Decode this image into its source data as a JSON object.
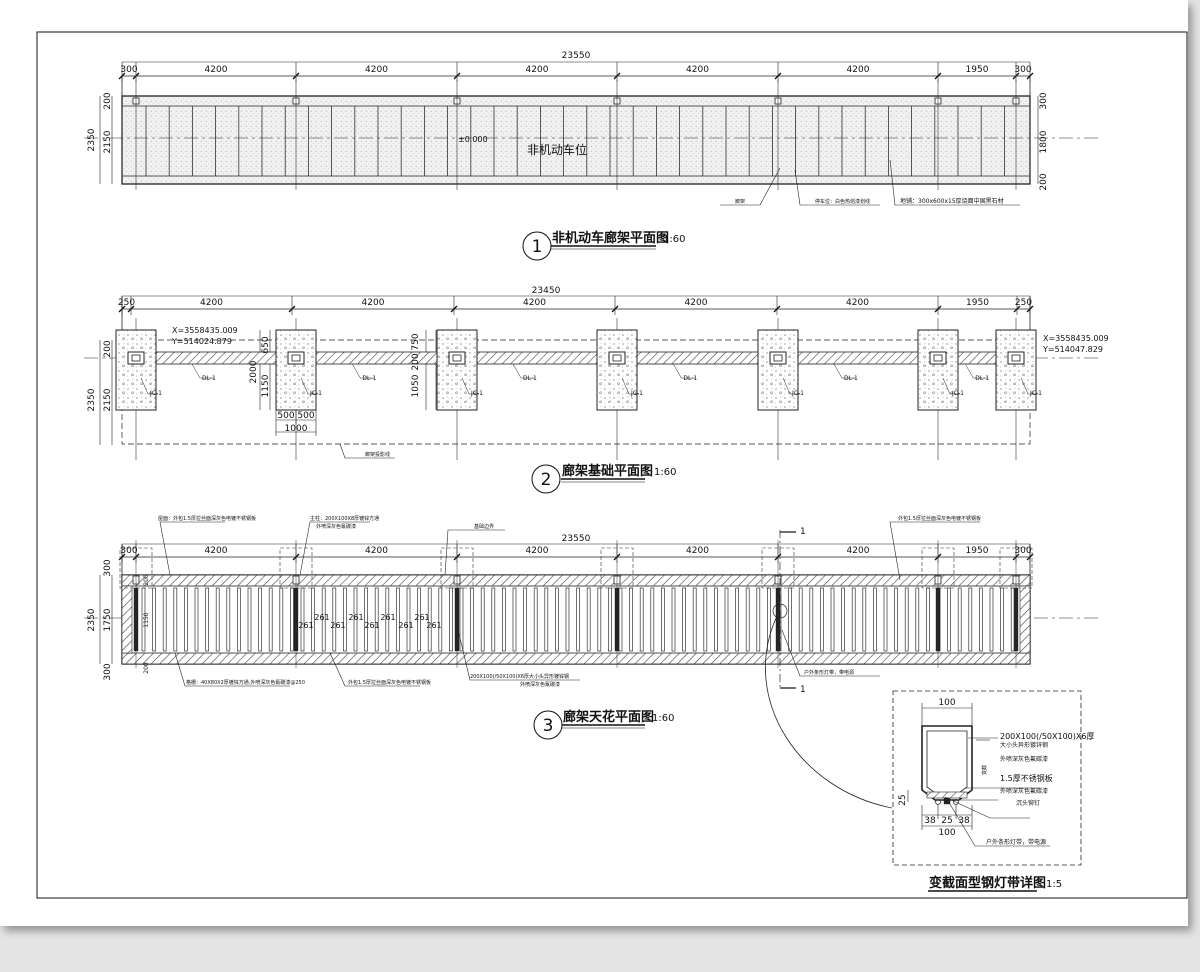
{
  "plan1": {
    "total": "23550",
    "top_dims": [
      "300",
      "4200",
      "4200",
      "4200",
      "4200",
      "4200",
      "1950",
      "300"
    ],
    "left_dims": [
      "2350",
      "200",
      "2150"
    ],
    "right_dims": [
      "300",
      "1800",
      "200"
    ],
    "elevation": "±0.000",
    "area_label": "非机动车位",
    "notes": [
      "廊架",
      "停车位：白色热熔漆划线",
      "地铺：300x600x15厚烧面中国黑石材"
    ],
    "number": "1",
    "title": "非机动车廊架平面图",
    "scale": "1:60"
  },
  "plan2": {
    "total": "23450",
    "top_dims": [
      "250",
      "4200",
      "4200",
      "4200",
      "4200",
      "4200",
      "1950",
      "250"
    ],
    "left_dims": [
      "200",
      "2350",
      "2150"
    ],
    "inner_dims": [
      "650",
      "2000",
      "1150",
      "200 750",
      "1050"
    ],
    "bottom_dims": [
      "500",
      "500",
      "1000"
    ],
    "coord_left": [
      "X=3558435.009",
      "Y=514024.879"
    ],
    "coord_right": [
      "X=3558435.009",
      "Y=514047.829"
    ],
    "jc": "JC-1",
    "dl": "DL-1",
    "note": "廊架投影线",
    "number": "2",
    "title": "廊架基础平面图",
    "scale": "1:60"
  },
  "plan3": {
    "total": "23550",
    "top_dims": [
      "300",
      "4200",
      "4200",
      "4200",
      "4200",
      "4200",
      "1950",
      "300"
    ],
    "left_dims": [
      "300",
      "2350",
      "1750",
      "300"
    ],
    "inner_left": [
      "200",
      "1150",
      "200"
    ],
    "spacing": "261",
    "notes": [
      "屋面：外包1.5厚拉丝面深灰色电镀不锈钢板",
      "主柱：200X100X8厚镀锌方通",
      "外喷深灰色氟碳漆",
      "基础边界",
      "外包1.5厚拉丝面深灰色电镀不锈钢板",
      "格栅：40X80X2厚镀锌方通,外喷深灰色氟碳漆@250",
      "外包1.5厚拉丝面深灰色电镀不锈钢板",
      "200X100(/50X100)X6厚大小头异形镀锌钢",
      "外喷深灰色氟碳漆",
      "户外条形灯带，带电源"
    ],
    "section": "1",
    "number": "3",
    "title": "廊架天花平面图",
    "scale": "1:60"
  },
  "detail": {
    "top_dim": "100",
    "bottom_dims": [
      "38",
      "25",
      "38"
    ],
    "bottom_total": "100",
    "left_dim": "25",
    "side_label": "变截",
    "notes": [
      "200X100(/50X100)X6厚",
      "大小头异形镀锌钢",
      "外喷深灰色氟碳漆",
      "1.5厚不锈钢板",
      "外喷深灰色氟碳漆",
      "沉头铆钉",
      "户外条形灯带，带电源"
    ],
    "title": "变截面型钢灯带详图",
    "scale": "1:5"
  }
}
